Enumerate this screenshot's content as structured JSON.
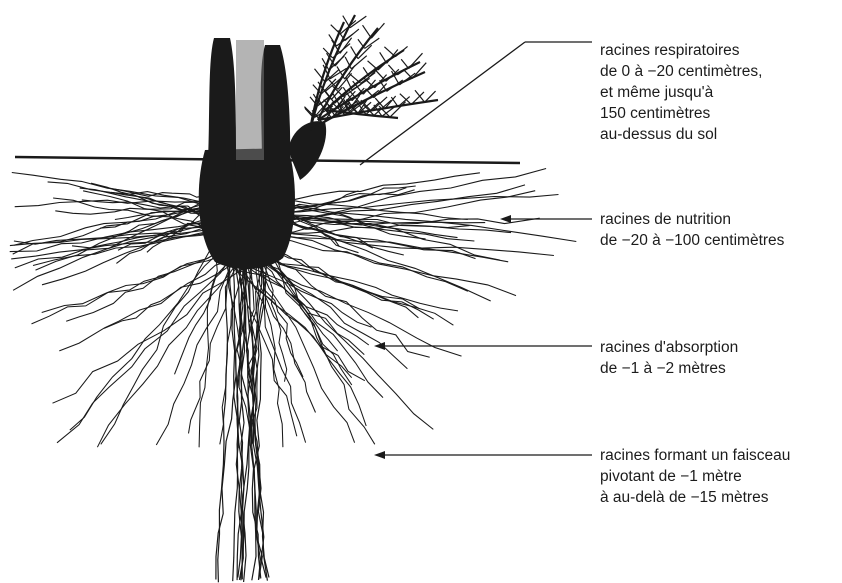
{
  "labels": {
    "respiratory": {
      "lines": [
        "racines respiratoires",
        "de 0 à −20 centimètres,",
        "et même jusqu'à",
        "150 centimètres",
        "au-dessus du sol"
      ]
    },
    "nutrition": {
      "lines": [
        "racines de nutrition",
        "de −20 à −100 centimètres"
      ]
    },
    "absorption": {
      "lines": [
        "racines d'absorption",
        "de −1 à −2 mètres"
      ]
    },
    "pivot": {
      "lines": [
        "racines formant un faisceau",
        "pivotant de −1 mètre",
        "à au-delà de −15 mètres"
      ]
    }
  },
  "colors": {
    "ink": "#1a1a1a",
    "background": "#ffffff"
  }
}
